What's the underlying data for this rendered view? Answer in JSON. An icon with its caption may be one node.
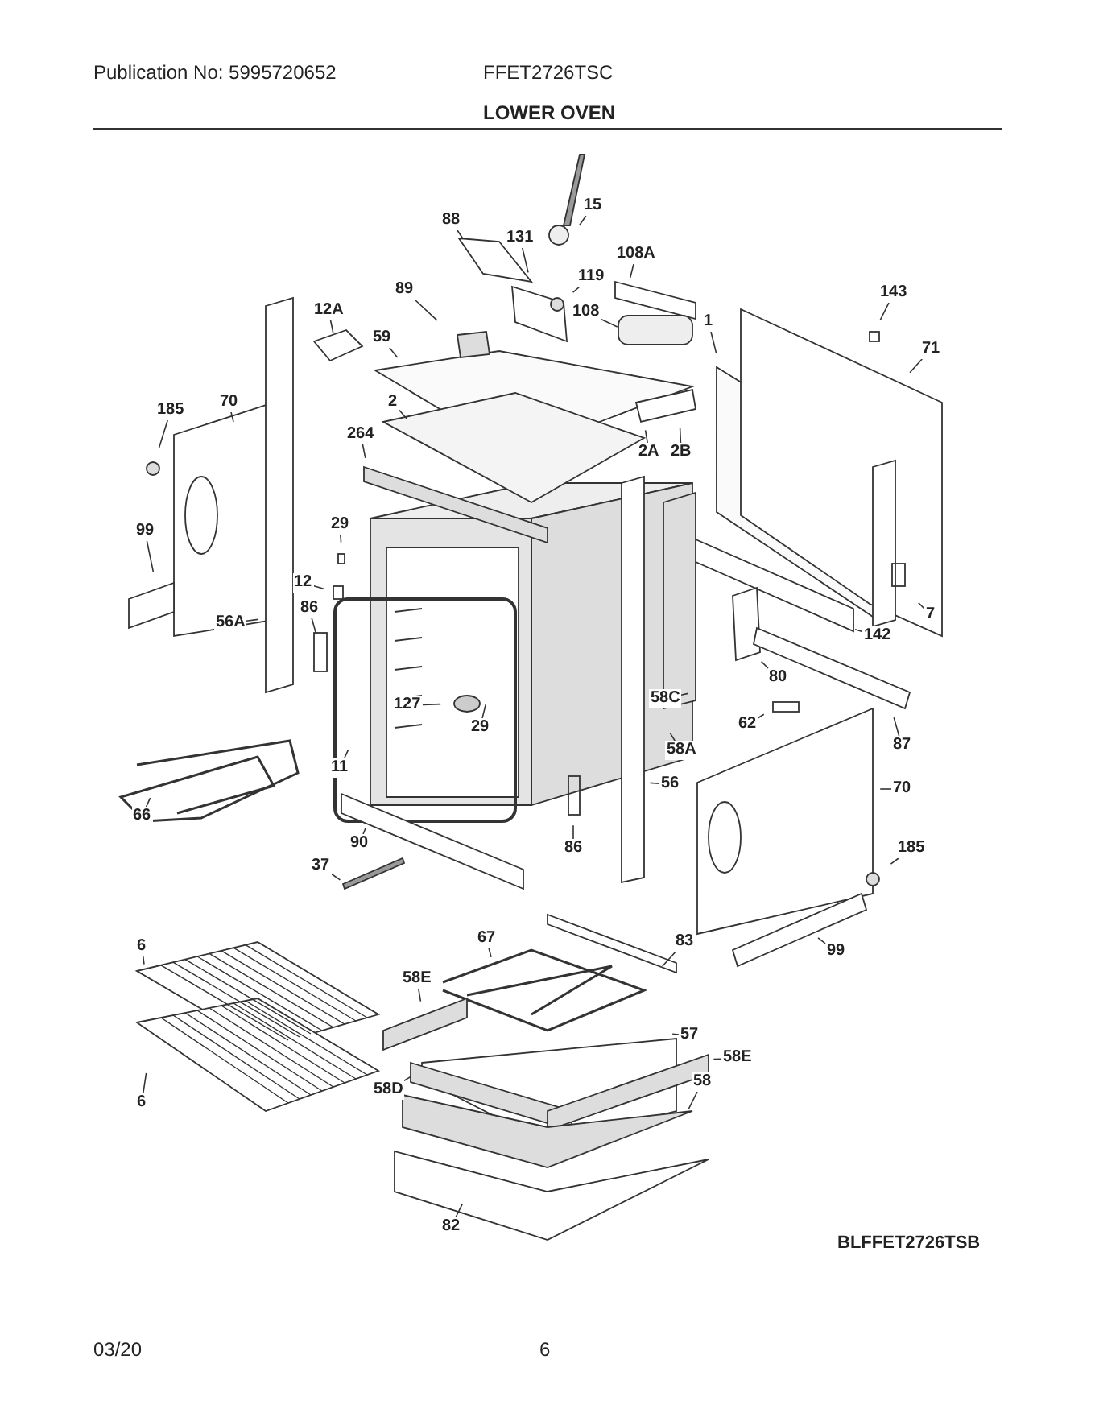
{
  "diagram": {
    "title": "LOWER OVEN",
    "nodes": [
      {
        "text": [
          "15"
        ]
      },
      {
        "text": [
          "88"
        ]
      },
      {
        "text": [
          "131"
        ]
      },
      {
        "text": [
          "119"
        ]
      },
      {
        "text": [
          "108A"
        ]
      },
      {
        "text": [
          "108"
        ]
      },
      {
        "text": [
          "1"
        ]
      },
      {
        "text": [
          "143"
        ]
      },
      {
        "text": [
          "71"
        ]
      },
      {
        "text": [
          "12A"
        ]
      },
      {
        "text": [
          "89"
        ]
      },
      {
        "text": [
          "59"
        ]
      },
      {
        "text": [
          "185"
        ]
      },
      {
        "text": [
          "70"
        ]
      },
      {
        "text": [
          "2"
        ]
      },
      {
        "text": [
          "264"
        ]
      },
      {
        "text": [
          "2A"
        ]
      },
      {
        "text": [
          "2B"
        ]
      },
      {
        "text": [
          "99"
        ]
      },
      {
        "text": [
          "29"
        ]
      },
      {
        "text": [
          "12"
        ]
      },
      {
        "text": [
          "7"
        ]
      },
      {
        "text": [
          "142"
        ]
      },
      {
        "text": [
          "86"
        ]
      },
      {
        "text": [
          "56A"
        ]
      },
      {
        "text": [
          "80"
        ]
      },
      {
        "text": [
          "58C"
        ]
      },
      {
        "text": [
          "127"
        ]
      },
      {
        "text": [
          "29"
        ]
      },
      {
        "text": [
          "62"
        ]
      },
      {
        "text": [
          "87"
        ]
      },
      {
        "text": [
          "58A"
        ]
      },
      {
        "text": [
          "11"
        ]
      },
      {
        "text": [
          "70"
        ]
      },
      {
        "text": [
          "56"
        ]
      },
      {
        "text": [
          "66"
        ]
      },
      {
        "text": [
          "90"
        ]
      },
      {
        "text": [
          "86"
        ]
      },
      {
        "text": [
          "185"
        ]
      },
      {
        "text": [
          "37"
        ]
      },
      {
        "text": [
          "99"
        ]
      },
      {
        "text": [
          "6"
        ]
      },
      {
        "text": [
          "67"
        ]
      },
      {
        "text": [
          "83"
        ]
      },
      {
        "text": [
          "58E"
        ]
      },
      {
        "text": [
          "57"
        ]
      },
      {
        "text": [
          "58E"
        ]
      },
      {
        "text": [
          "58D"
        ]
      },
      {
        "text": [
          "58"
        ]
      },
      {
        "text": [
          "6"
        ]
      },
      {
        "text": [
          "82"
        ]
      }
    ],
    "edges": [
      {
        "from": 0,
        "to": null,
        "arrow": "none"
      },
      {
        "from": 1,
        "to": null,
        "arrow": "none"
      },
      {
        "from": 2,
        "to": null,
        "arrow": "none"
      },
      {
        "from": 3,
        "to": null,
        "arrow": "none"
      },
      {
        "from": 4,
        "to": null,
        "arrow": "none"
      },
      {
        "from": 5,
        "to": null,
        "arrow": "none"
      },
      {
        "from": 6,
        "to": null,
        "arrow": "none"
      },
      {
        "from": 7,
        "to": null,
        "arrow": "none"
      },
      {
        "from": 8,
        "to": null,
        "arrow": "none"
      },
      {
        "from": 9,
        "to": null,
        "arrow": "none"
      },
      {
        "from": 10,
        "to": null,
        "arrow": "none"
      },
      {
        "from": 11,
        "to": null,
        "arrow": "none"
      },
      {
        "from": 12,
        "to": null,
        "arrow": "none"
      },
      {
        "from": 13,
        "to": null,
        "arrow": "none"
      },
      {
        "from": 14,
        "to": null,
        "arrow": "none"
      },
      {
        "from": 15,
        "to": null,
        "arrow": "none"
      },
      {
        "from": 16,
        "to": null,
        "arrow": "none"
      },
      {
        "from": 17,
        "to": null,
        "arrow": "none"
      },
      {
        "from": 18,
        "to": null,
        "arrow": "none"
      },
      {
        "from": 19,
        "to": null,
        "arrow": "none"
      },
      {
        "from": 20,
        "to": null,
        "arrow": "none"
      },
      {
        "from": 21,
        "to": null,
        "arrow": "none"
      },
      {
        "from": 22,
        "to": null,
        "arrow": "none"
      },
      {
        "from": 23,
        "to": null,
        "arrow": "none"
      },
      {
        "from": 24,
        "to": null,
        "arrow": "none"
      },
      {
        "from": 25,
        "to": null,
        "arrow": "none"
      },
      {
        "from": 26,
        "to": null,
        "arrow": "none"
      },
      {
        "from": 27,
        "to": null,
        "arrow": "none"
      },
      {
        "from": 28,
        "to": null,
        "arrow": "none"
      },
      {
        "from": 29,
        "to": null,
        "arrow": "none"
      },
      {
        "from": 30,
        "to": null,
        "arrow": "none"
      },
      {
        "from": 31,
        "to": null,
        "arrow": "none"
      },
      {
        "from": 32,
        "to": null,
        "arrow": "none"
      },
      {
        "from": 33,
        "to": null,
        "arrow": "none"
      },
      {
        "from": 34,
        "to": null,
        "arrow": "none"
      },
      {
        "from": 35,
        "to": null,
        "arrow": "none"
      },
      {
        "from": 36,
        "to": null,
        "arrow": "none"
      },
      {
        "from": 37,
        "to": null,
        "arrow": "none"
      },
      {
        "from": 38,
        "to": null,
        "arrow": "none"
      },
      {
        "from": 39,
        "to": null,
        "arrow": "none"
      },
      {
        "from": 40,
        "to": null,
        "arrow": "none"
      },
      {
        "from": 41,
        "to": null,
        "arrow": "none"
      },
      {
        "from": 42,
        "to": null,
        "arrow": "none"
      },
      {
        "from": 43,
        "to": null,
        "arrow": "none"
      },
      {
        "from": 44,
        "to": null,
        "arrow": "none"
      },
      {
        "from": 45,
        "to": null,
        "arrow": "none"
      },
      {
        "from": 46,
        "to": null,
        "arrow": "none"
      },
      {
        "from": 47,
        "to": null,
        "arrow": "none"
      },
      {
        "from": 48,
        "to": null,
        "arrow": "none"
      },
      {
        "from": 49,
        "to": null,
        "arrow": "none"
      },
      {
        "from": 50,
        "to": null,
        "arrow": "none"
      }
    ],
    "labels": [
      "Publication No: 5995720652",
      "FFET2726TSC",
      "BLFFET2726TSB",
      "03/20",
      "6"
    ]
  }
}
